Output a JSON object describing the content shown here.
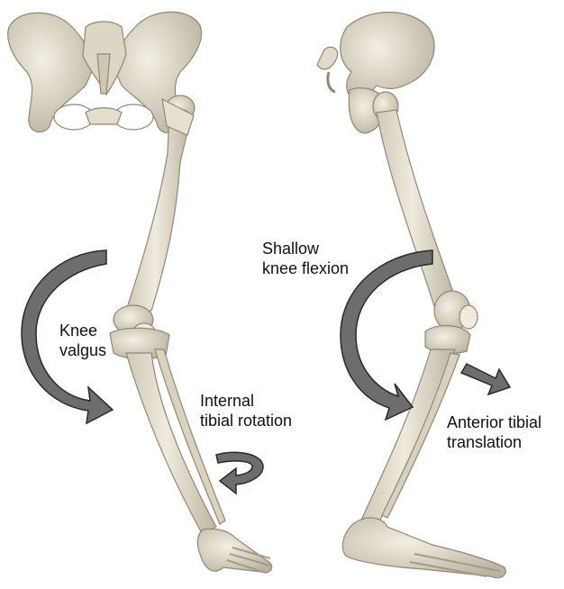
{
  "labels": {
    "knee_valgus": [
      "Knee",
      "valgus"
    ],
    "internal_rotation": [
      "Internal",
      "tibial rotation"
    ],
    "knee_flexion": [
      "Shallow",
      "knee flexion"
    ],
    "anterior_translation": [
      "Anterior tibial",
      "translation"
    ]
  },
  "colors": {
    "bone": "#e9e4d6",
    "bone_shadow": "#b9b2a0",
    "bone_outline": "#8f8878",
    "arrow_fill": "#6d6d6d",
    "arrow_stroke": "#2a2a2a"
  },
  "views": [
    "front-view-skeleton",
    "side-view-skeleton"
  ]
}
